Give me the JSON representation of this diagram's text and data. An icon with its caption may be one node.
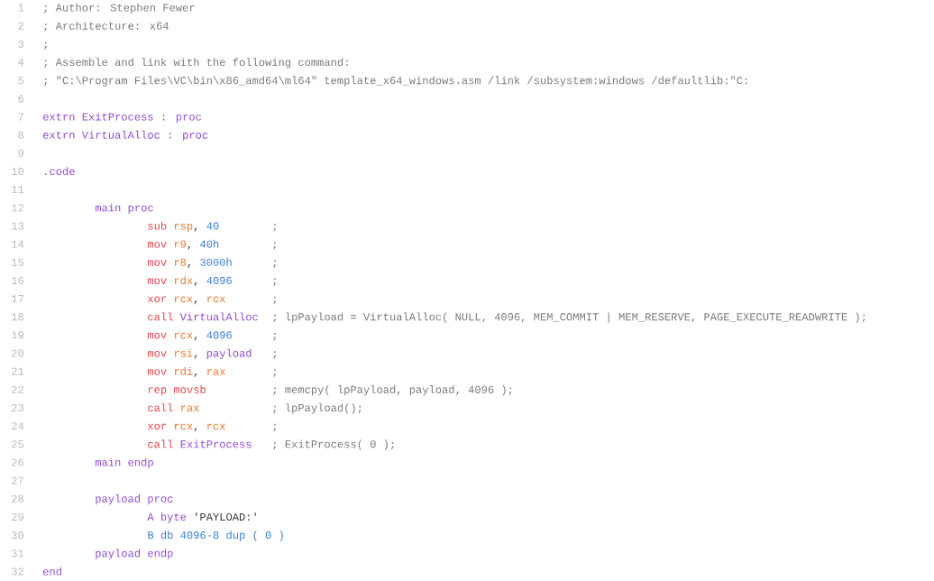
{
  "diagram": {
    "labels": [
      "1",
      "; Author: Stephen Fewer",
      "2",
      "; Architecture: x64",
      "3",
      ";",
      "4",
      "; Assemble and link with the following command:",
      "5",
      "; \"C:\\Program Files\\VC\\bin\\x86_amd64\\ml64\" template_x64_windows.asm /link /subsystem:windows /defaultlib:\"C:",
      "6",
      "7",
      "extrn ExitProcess : proc",
      "8",
      "extrn VirtualAlloc : proc",
      "9",
      "10",
      ".code",
      "11",
      "12",
      "main proc",
      "13",
      "sub",
      "rsp",
      ",",
      "40",
      ";",
      "14",
      "mov",
      "r9",
      ",",
      "40h",
      ";",
      "15",
      "mov",
      "r8",
      ",",
      "3000h",
      ";",
      "16",
      "mov",
      "rdx",
      ",",
      "4096",
      ";",
      "17",
      "xor",
      "rcx",
      ",",
      "rcx",
      ";",
      "18",
      "call",
      "VirtualAlloc",
      "; lpPayload = VirtualAlloc( NULL, 4096, MEM_COMMIT | MEM_RESERVE, PAGE_EXECUTE_READWRITE );",
      "19",
      "mov",
      "rcx",
      ",",
      "4096",
      ";",
      "20",
      "mov",
      "rsi",
      ",",
      "payload",
      ";",
      "21",
      "mov",
      "rdi",
      ",",
      "rax",
      ";",
      "22",
      "rep movsb",
      "; memcpy( lpPayload, payload, 4096 );",
      "23",
      "call",
      "rax",
      "; lpPayload();",
      "24",
      "xor",
      "rcx",
      ",",
      "rcx",
      ";",
      "25",
      "call",
      "ExitProcess",
      "; ExitProcess( 0 );",
      "26",
      "main endp",
      "27",
      "28",
      "payload proc",
      "29",
      "A byte",
      "'PAYLOAD:'",
      "30",
      "B db 4096-8 dup ( 0 )",
      "31",
      "payload endp",
      "32",
      "end"
    ]
  }
}
